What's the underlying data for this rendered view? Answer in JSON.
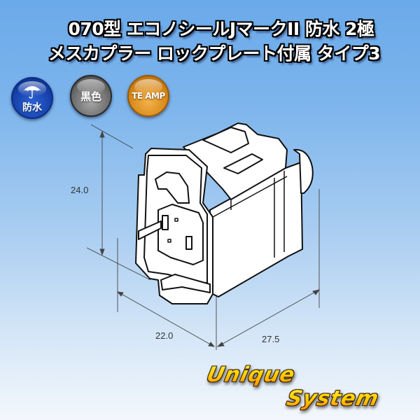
{
  "product": {
    "title_line1": "070型 エコノシールJマークII 防水 2極",
    "title_line2": "メスカプラー ロックプレート付属 タイプ3"
  },
  "badges": [
    {
      "label": "防水",
      "icon": "umbrella-icon",
      "color": "#1a48b4"
    },
    {
      "label": "黒色",
      "icon": null,
      "color": "#6e6e6e"
    },
    {
      "label": "TE AMP",
      "icon": null,
      "color": "#d98a1a"
    }
  ],
  "dimensions": {
    "height": "24.0",
    "width": "22.0",
    "depth": "27.5"
  },
  "logo": {
    "line1": "Unique",
    "line2": "System"
  },
  "colors": {
    "background_top": "#6aa9ea",
    "background_bottom": "#f3f7fc",
    "logo_yellow": "#ffd000",
    "logo_orange": "#ff8a00"
  }
}
